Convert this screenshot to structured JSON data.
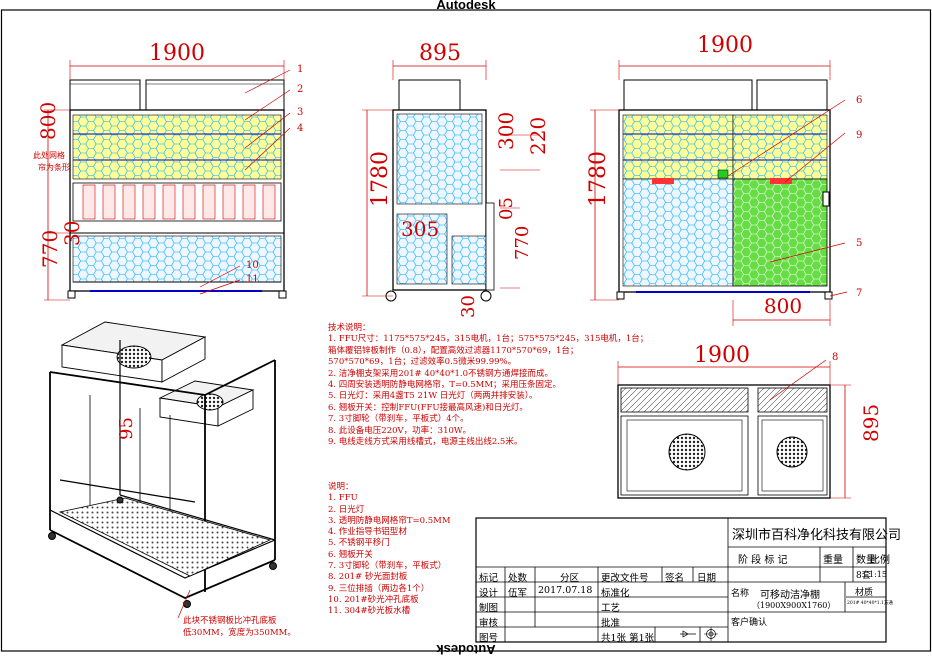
{
  "banner_top": "Autodesk",
  "banner_bottom": "Autodesk",
  "dims": {
    "front_width": "1900",
    "side_width": "895",
    "right_width": "1900",
    "plan_width": "1900",
    "height_1780_left": "1780",
    "height_1780_right": "1780",
    "d800": "800",
    "d300": "300",
    "d220": "220",
    "d305": "305",
    "d770": "770",
    "d30": "30",
    "d895_plan": "895",
    "d800_right": "800",
    "d05": "05",
    "d300_under": "30"
  },
  "callouts": [
    "1",
    "2",
    "3",
    "4",
    "5",
    "6",
    "7",
    "8",
    "9",
    "10",
    "11"
  ],
  "left_note": [
    "此处网格",
    "帘为条形"
  ],
  "tech_notes": {
    "title": "技术说明：",
    "lines": [
      "1. FFU尺寸：1175*575*245，315电机，1台；575*575*245，315电机，1台；",
      "   箱体覆铝锌板制作（0.8），配置高效过滤器1170*570*69，1台；",
      "   570*570*69，1台；过滤效率0.5微米99.99%。",
      "2. 洁净棚支架采用201# 40*40*1.0不锈钢方通焊接而成。",
      "4. 四周安装透明防静电网格帘，T=0.5MM；采用压条固定。",
      "5. 日光灯：采用4盏T5 21W 日光灯（两两并排安装）。",
      "6. 翘板开关：控制FFU(FFU接最高风速)和日光灯。",
      "7. 3寸脚轮（带刹车，平板式）4个。",
      "8. 此设备电压220V，功率：310W。",
      "9. 电线走线方式采用线槽式，电源主线出线2.5米。"
    ]
  },
  "parts_notes": {
    "title": "说明：",
    "lines": [
      "1. FFU",
      "2. 日光灯",
      "3. 透明防静电网格帘T=0.5MM",
      "4. 作业指导书铝型材",
      "5. 不锈钢平移门",
      "6. 翘板开关",
      "7. 3寸脚轮（带刹车，平板式）",
      "8. 201# 砂光面封板",
      "9. 三位排插（两边各1个）",
      "10. 201#砂光冲孔底板",
      "11. 304#砂光板水槽"
    ]
  },
  "iso_note": [
    "此块不锈钢板比冲孔底板",
    "低30MM，宽度为350MM。"
  ],
  "iso_dim": "95",
  "title_block": {
    "company": "深圳市百科净化科技有限公司",
    "stage_label": "阶 段 标 记",
    "weight_label": "重量",
    "qty_label": "数量",
    "scale_label": "比例",
    "qty_value": "8套",
    "scale_value": "1:15",
    "material_label": "材质",
    "material_value": "201# 40*40*1.1方通",
    "name_label": "名称",
    "product_name": "可移动洁净棚",
    "product_size": "（1900X900X1760）",
    "row1": [
      "标记",
      "处数",
      "分区",
      "更改文件号",
      "签名",
      "日期"
    ],
    "design_label": "设计",
    "designer": "伍军",
    "date": "2017.07.18",
    "std_label": "标准化",
    "draw_label": "制图",
    "craft_label": "工艺",
    "check_label": "审核",
    "approve_label": "批准",
    "customer_label": "客户确认",
    "drawing_no_label": "图号",
    "sheets": "共1张 第1张"
  },
  "colors": {
    "mesh_fill": "#eef7ff",
    "mesh_line": "#00aaff",
    "yellow": "#ffff66",
    "green": "#66dd44",
    "dim_red": "#d00000",
    "base_blue": "#0000cc"
  }
}
